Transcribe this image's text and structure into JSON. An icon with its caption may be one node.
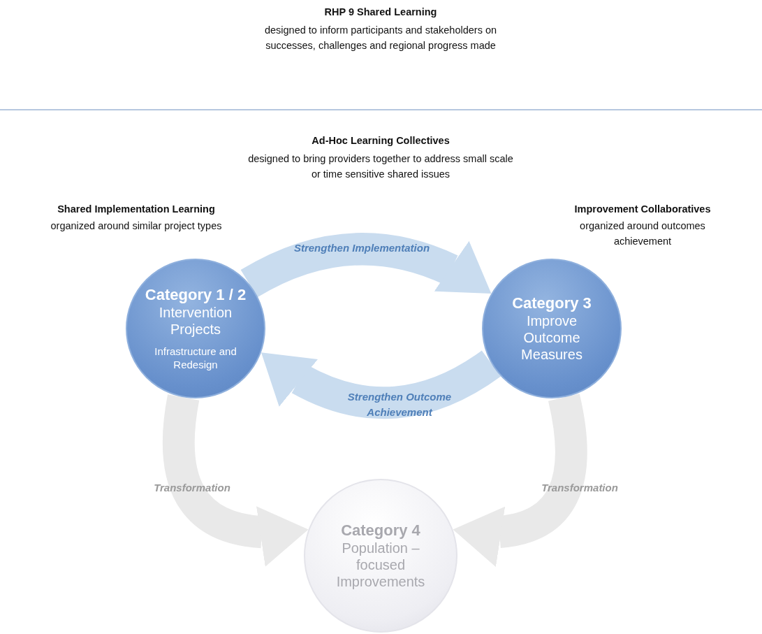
{
  "diagram": {
    "title": "RHP 9 Shared Learning",
    "nodes": [
      {
        "text": [
          "Category 1 / 2",
          "Intervention Projects",
          "Infrastructure and Redesign"
        ]
      },
      {
        "text": [
          "Category 3",
          "Improve Outcome Measures"
        ]
      },
      {
        "text": [
          "Category 4",
          "Population – focused Improvements"
        ]
      }
    ],
    "edges": [
      {
        "from": 0,
        "to": 1,
        "arrow": "to",
        "label": "Strengthen Implementation",
        "color": "#c9dcef"
      },
      {
        "from": 1,
        "to": 0,
        "arrow": "to",
        "label": "Strengthen Outcome Achievement",
        "color": "#c9dcef"
      },
      {
        "from": 0,
        "to": 2,
        "arrow": "to",
        "label": "Transformation",
        "color": "#e9e9e9"
      },
      {
        "from": 1,
        "to": 2,
        "arrow": "to",
        "label": "Transformation",
        "color": "#e9e9e9"
      }
    ],
    "labels": [
      "designed to inform participants and stakeholders on successes, challenges and regional progress made",
      "Ad-Hoc Learning Collectives",
      "designed to bring providers together to address small scale or time sensitive shared issues",
      "Shared Implementation Learning",
      "organized around similar project types",
      "Improvement Collaboratives",
      "organized around outcomes achievement"
    ]
  }
}
